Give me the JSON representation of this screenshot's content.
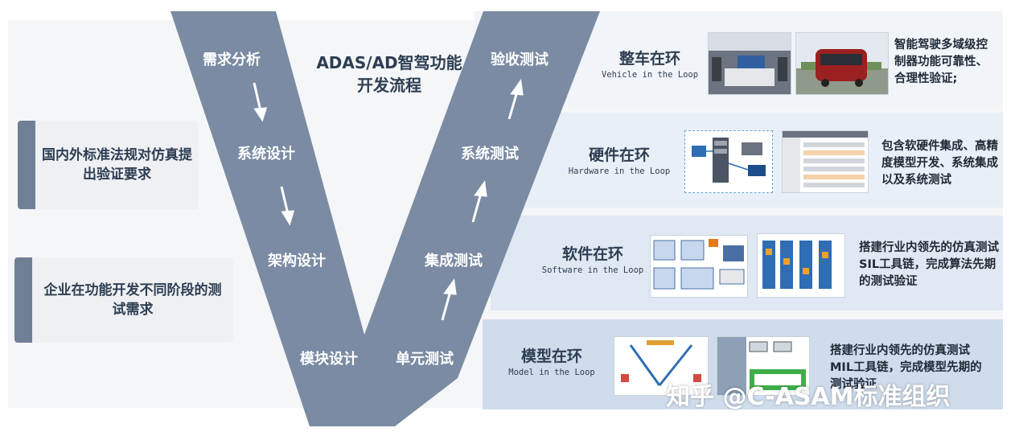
{
  "diagram": {
    "title_line1": "ADAS/AD智驾功能",
    "title_line2": "开发流程",
    "left_stages": [
      "需求分析",
      "系统设计",
      "架构设计",
      "模块设计"
    ],
    "right_stages": [
      "单元测试",
      "集成测试",
      "系统测试",
      "验收测试"
    ],
    "requirements": [
      "国内外标准法规对仿真提出验证要求",
      "企业在功能开发不同阶段的测试需求"
    ],
    "rows": [
      {
        "cn": "整车在环",
        "en": "Vehicle in the Loop",
        "desc": "智能驾驶多域级控制器功能可靠性、合理性验证;"
      },
      {
        "cn": "硬件在环",
        "en": "Hardware in the Loop",
        "desc": "包含软硬件集成、高精度模型开发、系统集成以及系统测试"
      },
      {
        "cn": "软件在环",
        "en": "Software in the Loop",
        "desc": "搭建行业内领先的仿真测试SIL工具链，完成算法先期的测试验证"
      },
      {
        "cn": "模型在环",
        "en": "Model in the Loop",
        "desc": "搭建行业内领先的仿真测试MIL工具链，完成模型先期的测试验证"
      }
    ],
    "watermark": "知乎 @C-ASAM标准组织",
    "colors": {
      "v_shape": "#7a8ba3",
      "text_dark": "#2d3e52",
      "band1": "#f1f4f9",
      "band2": "#e9eff6",
      "band3": "#dfe8f3",
      "band4": "#cfdcec"
    }
  }
}
